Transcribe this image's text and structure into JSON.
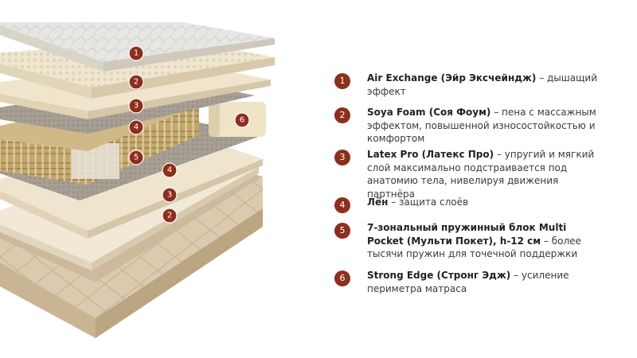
{
  "colors": {
    "accent": "#8e2e1c",
    "text": "#3a3a3a",
    "background": "#ffffff"
  },
  "diagram": {
    "markers": [
      {
        "number": "1"
      },
      {
        "number": "2"
      },
      {
        "number": "3"
      },
      {
        "number": "4"
      },
      {
        "number": "5"
      },
      {
        "number": "6"
      },
      {
        "number": "4"
      },
      {
        "number": "3"
      },
      {
        "number": "2"
      }
    ]
  },
  "legend": {
    "items": [
      {
        "number": "1",
        "title": "Air Exchange (Эйр Эксчейндж)",
        "desc": " – дышащий эффект"
      },
      {
        "number": "2",
        "title": "Soya Foam (Соя Фоум)",
        "desc": " – пена с массажным эффектом, повышенной износостойкостью и комфортом"
      },
      {
        "number": "3",
        "title": "Latex Pro (Латекс Про)",
        "desc": " – упругий и мягкий слой максимально подстраивается под анатомию тела, нивелируя движения партнёра"
      },
      {
        "number": "4",
        "title": "Лён",
        "desc": " – защита слоёв"
      },
      {
        "number": "5",
        "title": "7-зональный пружинный блок Multi Pocket (Мульти Покет), h-12 см",
        "desc": " – более тысячи пружин для точечной поддержки"
      },
      {
        "number": "6",
        "title": "Strong Edge (Стронг Эдж)",
        "desc": " – усиление периметра матраса"
      }
    ]
  }
}
